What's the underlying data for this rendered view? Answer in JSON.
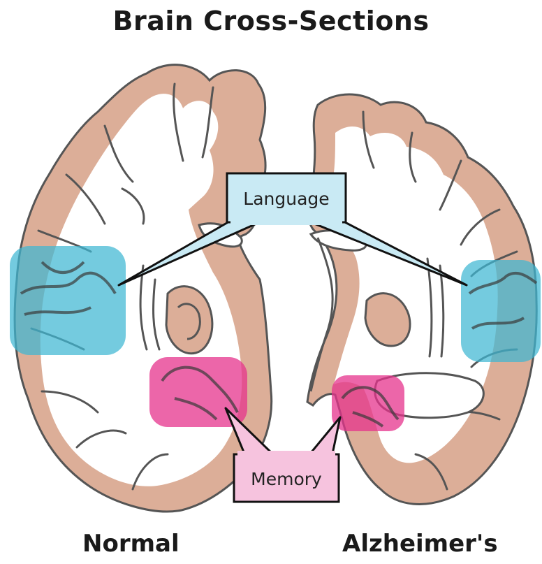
{
  "title": "Brain Cross-Sections",
  "labels": {
    "normal": "Normal",
    "alzheimers": "Alzheimer's"
  },
  "callouts": {
    "language": "Language",
    "memory": "Memory"
  },
  "colors": {
    "tissue": "#dcae98",
    "outline": "#555555",
    "language_fill": "#3fb7d3",
    "language_box": "#c9eaf4",
    "memory_fill": "#e6338c",
    "memory_box": "#f6c3de"
  }
}
